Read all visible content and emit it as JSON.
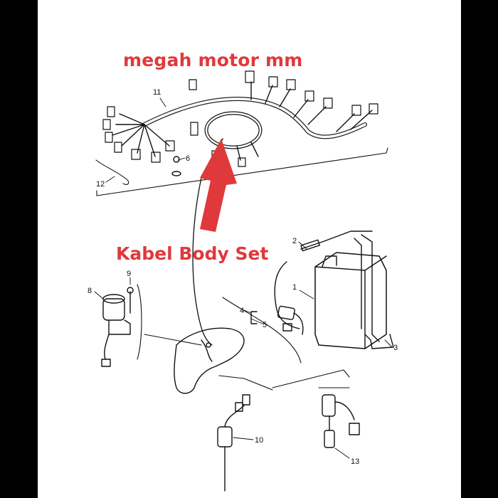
{
  "overlay": {
    "title": "megah motor mm",
    "caption": "Kabel Body Set",
    "accent_color": "#e0393c"
  },
  "callouts": {
    "c1": "1",
    "c2": "2",
    "c3": "3",
    "c4": "4",
    "c5": "5",
    "c6": "6",
    "c8": "8",
    "c9": "9",
    "c10": "10",
    "c11": "11",
    "c12": "12",
    "c13": "13"
  }
}
